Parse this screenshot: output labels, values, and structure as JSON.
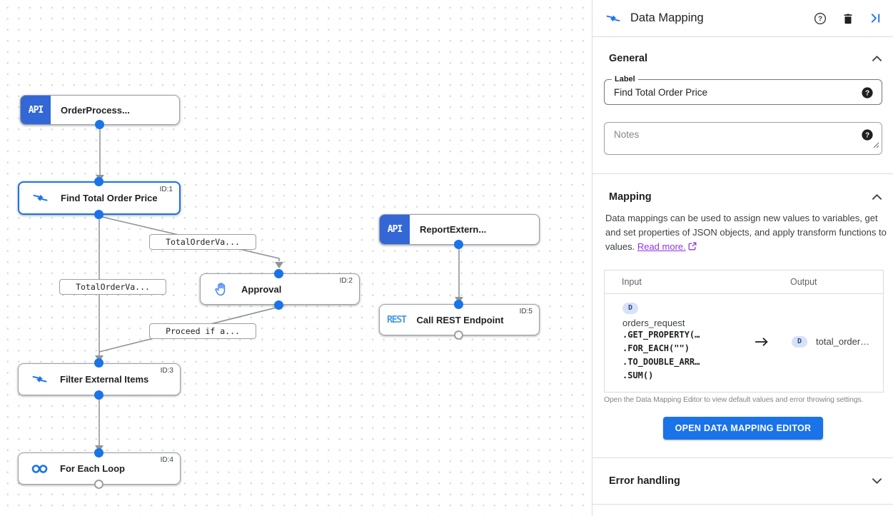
{
  "canvas": {
    "nodes": [
      {
        "label": "OrderProcess...",
        "badge": "API",
        "id": "",
        "type": "api-trigger"
      },
      {
        "label": "Find Total Order Price",
        "badge": "",
        "id": "ID:1",
        "type": "data-mapping",
        "selected": true
      },
      {
        "label": "ReportExtern...",
        "badge": "API",
        "id": "",
        "type": "api-trigger"
      },
      {
        "label": "Approval",
        "badge": "",
        "id": "ID:2",
        "type": "approval"
      },
      {
        "label": "Call REST Endpoint",
        "badge": "REST",
        "id": "ID:5",
        "type": "rest-task"
      },
      {
        "label": "Filter External Items",
        "badge": "",
        "id": "ID:3",
        "type": "data-mapping"
      },
      {
        "label": "For Each Loop",
        "badge": "",
        "id": "ID:4",
        "type": "loop"
      }
    ],
    "edge_labels": [
      "TotalOrderVa...",
      "TotalOrderVa...",
      "Proceed if a..."
    ]
  },
  "panel": {
    "title": "Data Mapping",
    "general": {
      "heading": "General",
      "label_field": {
        "label": "Label",
        "value": "Find Total Order Price"
      },
      "notes_field": {
        "placeholder": "Notes"
      }
    },
    "mapping": {
      "heading": "Mapping",
      "description": "Data mappings can be used to assign new values to variables, get and set properties of JSON objects, and apply transform functions to values.",
      "read_more_label": "Read more.",
      "table": {
        "columns": [
          "Input",
          "Output"
        ],
        "rows": [
          {
            "input": {
              "badge": "D",
              "variable": "orders_request",
              "code_lines": [
                ".GET_PROPERTY(…",
                ".FOR_EACH(\"\")",
                ".TO_DOUBLE_ARR…",
                ".SUM()"
              ]
            },
            "output": {
              "badge": "D",
              "variable": "total_order…"
            }
          }
        ]
      },
      "caption": "Open the Data Mapping Editor to view default values and error throwing settings.",
      "button_label": "OPEN DATA MAPPING EDITOR"
    },
    "error_handling": {
      "heading": "Error handling"
    }
  },
  "icons": {
    "panel_title": "data-mapping-icon",
    "header": [
      "help-icon",
      "trash-icon",
      "collapse-panel-icon"
    ],
    "node_icons": [
      "data-mapping-icon",
      "approval-hand-icon",
      "loop-infinity-icon"
    ]
  },
  "colors": {
    "accent": "#1a73e8",
    "api_badge": "#3367d6",
    "rest_text": "#4d9be6",
    "link": "#9334e6",
    "edge": "#8f9499"
  }
}
